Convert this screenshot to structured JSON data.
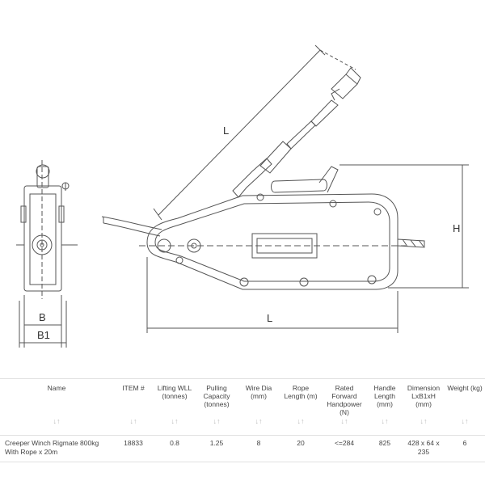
{
  "diagram": {
    "labels": {
      "length_diagonal": "L",
      "height": "H",
      "length_bottom": "L",
      "b": "B",
      "b1": "B1"
    },
    "line_color": "#555555"
  },
  "table": {
    "columns": [
      "Name",
      "ITEM #",
      "Lifting WLL (tonnes)",
      "Pulling Capacity (tonnes)",
      "Wire Dia (mm)",
      "Rope Length (m)",
      "Rated Forward Handpower (N)",
      "Handle Length (mm)",
      "Dimension LxB1xH (mm)",
      "Weight (kg)"
    ],
    "sort_icon": "sort-arrows-icon",
    "sort_glyph": "↓↑",
    "rows": [
      [
        "Creeper Winch Rigmate 800kg With Rope x 20m",
        "18833",
        "0.8",
        "1.25",
        "8",
        "20",
        "<=284",
        "825",
        "428 x 64 x 235",
        "6"
      ]
    ]
  }
}
